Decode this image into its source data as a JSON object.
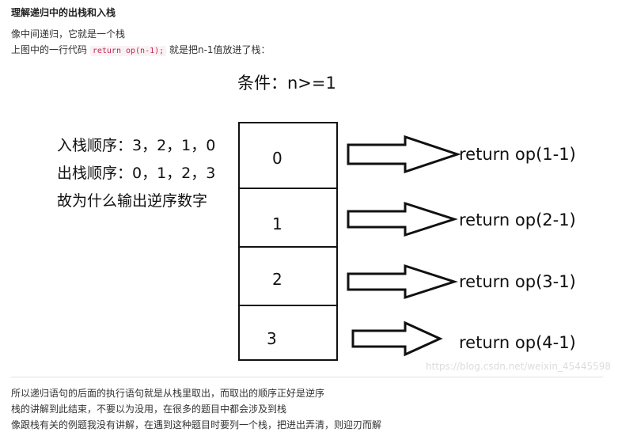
{
  "heading": "理解递归中的出栈和入栈",
  "intro": {
    "line1": "像中间递归，它就是一个栈",
    "line2_prefix": "上图中的一行代码",
    "line2_code": "return op(n-1);",
    "line2_suffix": "就是把n-1值放进了栈："
  },
  "figure": {
    "condition": "条件：n>=1",
    "notes": [
      "入栈顺序：3，2，1，0",
      "出栈顺序：0，1，2，3",
      "故为什么输出逆序数字"
    ],
    "stack_cells": [
      "0",
      "1",
      "2",
      "3"
    ],
    "return_labels": [
      "return op(1-1)",
      "return op(2-1)",
      "return op(3-1)",
      "return op(4-1)"
    ]
  },
  "watermark": "https://blog.csdn.net/weixin_45445598",
  "outro": [
    "所以递归语句的后面的执行语句就是从栈里取出，而取出的顺序正好是逆序",
    "栈的讲解到此结束，不要以为没用，在很多的题目中都会涉及到栈",
    "像跟栈有关的例题我没有讲解，在遇到这种题目时要列一个栈，把进出弄清，则迎刃而解"
  ]
}
